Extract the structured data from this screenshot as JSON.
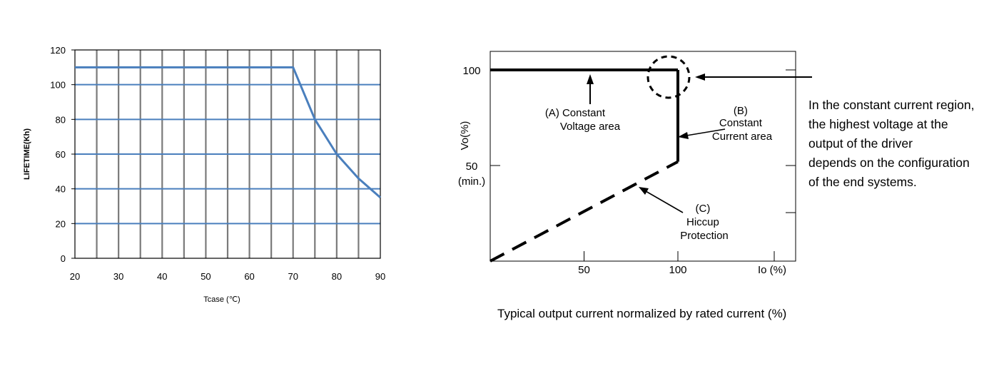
{
  "chart_data": [
    {
      "type": "line",
      "title": "",
      "xlabel": "Tcase (℃)",
      "ylabel": "LIFETIME(Kh)",
      "xlim": [
        20,
        90
      ],
      "ylim": [
        0,
        120
      ],
      "x_ticks": [
        20,
        30,
        40,
        50,
        60,
        70,
        80,
        90
      ],
      "y_ticks": [
        0,
        20,
        40,
        60,
        80,
        100,
        120
      ],
      "grid": true,
      "line_color": "#4a7fbd",
      "series": [
        {
          "x": [
            20,
            70,
            75,
            80,
            85,
            90
          ],
          "y": [
            110,
            110,
            80,
            60,
            46,
            35
          ]
        }
      ]
    },
    {
      "type": "line",
      "title": "",
      "xlabel": "Io (%)",
      "ylabel": "Vo(%)",
      "caption": "Typical output current normalized by rated current (%)",
      "x_ticks": [
        {
          "value": 50,
          "label": "50"
        },
        {
          "value": 100,
          "label": "100"
        }
      ],
      "y_ticks": [
        {
          "value": 100,
          "label": "100"
        },
        {
          "value": 50,
          "label": "50",
          "sublabel": "(min.)"
        }
      ],
      "grid": false,
      "series": [
        {
          "x": [
            0,
            100
          ],
          "y": [
            100,
            100
          ],
          "style": "solid"
        },
        {
          "x": [
            100,
            100
          ],
          "y": [
            100,
            52
          ],
          "style": "solid"
        },
        {
          "x": [
            0,
            100
          ],
          "y": [
            0,
            52
          ],
          "style": "dashed"
        }
      ],
      "annotations": [
        {
          "lines": [
            "(A)  Constant",
            "Voltage area"
          ]
        },
        {
          "lines": [
            "(B)",
            "Constant",
            "Current area"
          ]
        },
        {
          "lines": [
            "(C)",
            "Hiccup",
            "Protection"
          ]
        }
      ],
      "note": [
        "In the constant current region,",
        "the highest voltage at the",
        "output of the driver",
        "depends on the configuration",
        "of the end systems."
      ]
    }
  ]
}
